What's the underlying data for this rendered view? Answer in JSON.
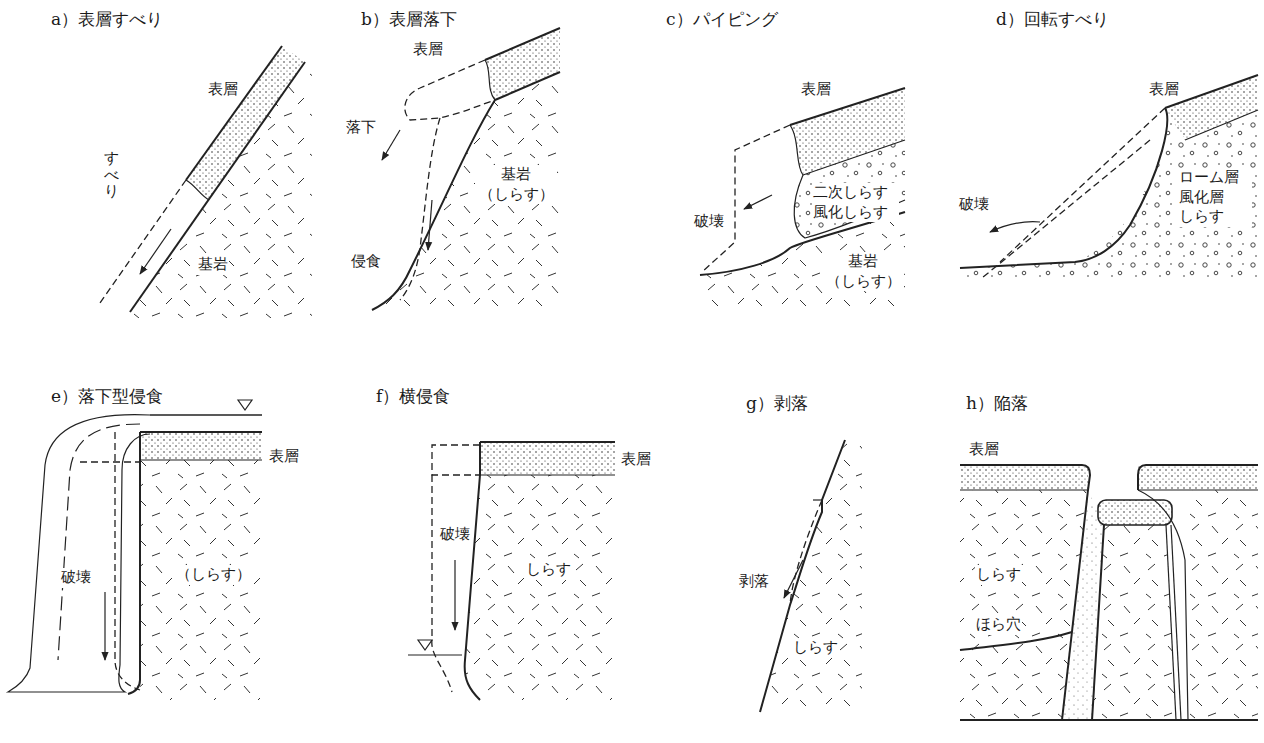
{
  "diagram": {
    "labels": [
      "a）表層すべり",
      "表層",
      "すべり",
      "基岩",
      "b）表層落下",
      "表層",
      "落下",
      "基岩 （しらす）",
      "侵食",
      "c）パイピング",
      "表層",
      "二次しらす 風化しらす",
      "破壊",
      "基岩 （しらす）",
      "d）回転すべり",
      "表層",
      "破壊",
      "ローム層 風化層 しらす",
      "e）落下型侵食",
      "表層",
      "破壊",
      "（しらす）",
      "f）横侵食",
      "表層",
      "破壊",
      "しらす",
      "g）剥落",
      "剥落",
      "しらす",
      "h）陥落",
      "表層",
      "しらす",
      "ほら穴"
    ]
  }
}
